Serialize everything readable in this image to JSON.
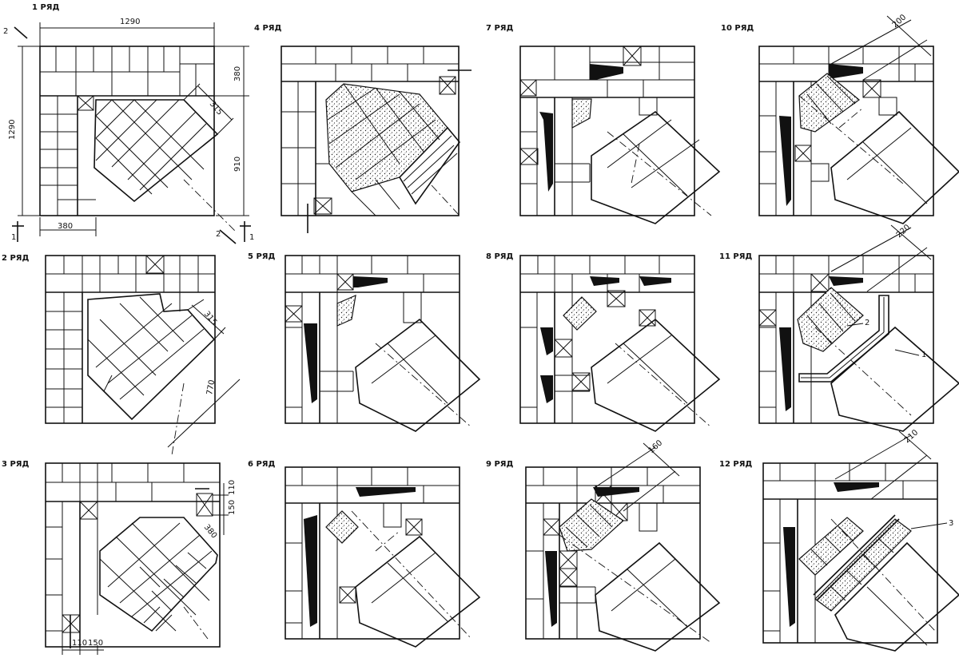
{
  "rows": [
    {
      "label": "1 РЯД"
    },
    {
      "label": "2 РЯД"
    },
    {
      "label": "3 РЯД"
    },
    {
      "label": "4 РЯД"
    },
    {
      "label": "5 РЯД"
    },
    {
      "label": "6 РЯД"
    },
    {
      "label": "7 РЯД"
    },
    {
      "label": "8 РЯД"
    },
    {
      "label": "9 РЯД"
    },
    {
      "label": "10 РЯД"
    },
    {
      "label": "11 РЯД"
    },
    {
      "label": "12 РЯД"
    }
  ],
  "dims": {
    "r1_top": "1290",
    "r1_left": "1290",
    "r1_bottom": "380",
    "r1_wall": "380",
    "r1_depth": "910",
    "r1_diag": "315",
    "r2_diag": "315",
    "r2_len": "770",
    "r3_a": "110",
    "r3_b": "150",
    "r3_c": "380",
    "r3_d": "110",
    "r3_e": "150",
    "r9": "160",
    "r10": "200",
    "r11": "220",
    "r12": "210"
  },
  "section_marks": {
    "one": "1",
    "two": "2"
  },
  "callouts": {
    "c1": "1",
    "c2": "2",
    "c3": "3"
  }
}
